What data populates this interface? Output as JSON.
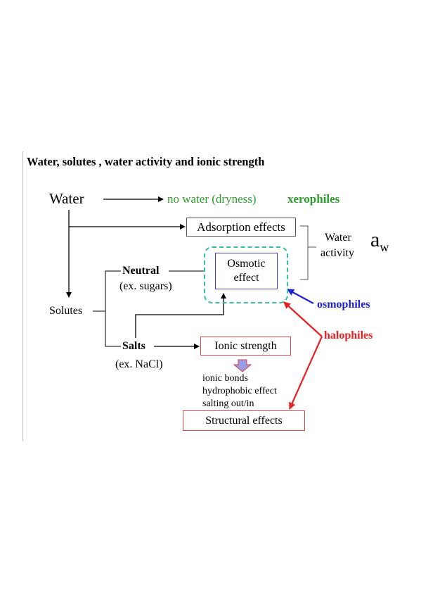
{
  "title": "Water, solutes , water activity and ionic strength",
  "nodes": {
    "water": "Water",
    "no_water": "no water (dryness)",
    "xerophiles": "xerophiles",
    "adsorption": "Adsorption effects",
    "water_activity_line1": "Water",
    "water_activity_line2": "activity",
    "aw_main": "a",
    "aw_sub": "w",
    "neutral": "Neutral",
    "neutral_example": "(ex. sugars)",
    "osmotic_line1": "Osmotic",
    "osmotic_line2": "effect",
    "osmophiles": "osmophiles",
    "solutes": "Solutes",
    "halophiles": "halophiles",
    "salts": "Salts",
    "salts_example": "(ex. NaCl)",
    "ionic_strength": "Ionic strength",
    "ionic_bonds": "ionic bonds",
    "hydrophobic_effect": "hydrophobic effect",
    "salting": "salting out/in",
    "structural": "Structural effects"
  },
  "colors": {
    "green_text": "#2e9b2e",
    "blue_arrow": "#1f1fd6",
    "red_arrow": "#e82020",
    "dashed_box": "#35c0a0",
    "block_arrow": "#9b9be8"
  }
}
